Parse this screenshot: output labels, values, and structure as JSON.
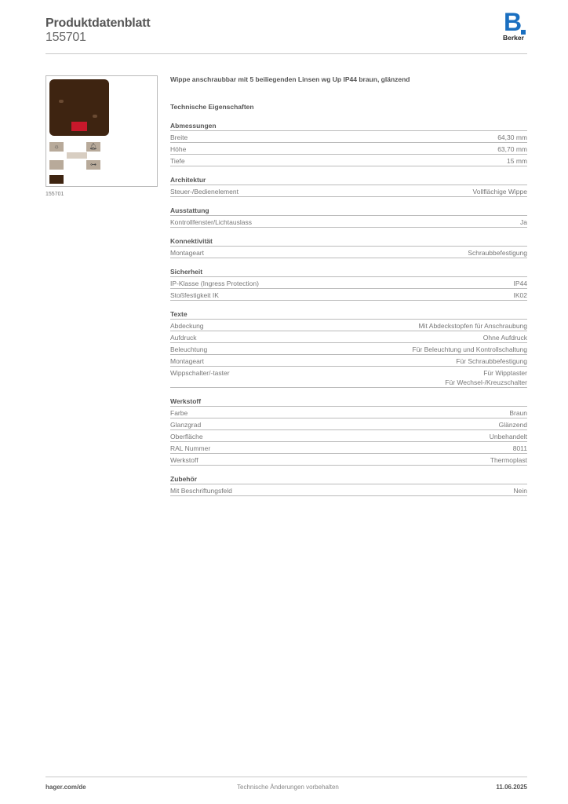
{
  "header": {
    "title": "Produktdatenblatt",
    "article_number": "155701",
    "logo": {
      "mark": "B",
      "name": "Berker",
      "color": "#1a6fc0"
    }
  },
  "product_image": {
    "caption": "155701",
    "plate_color": "#3e2411",
    "lens_color": "#c8182b",
    "icons": [
      "sun-icon",
      "bell-icon",
      "blank-icon",
      "key-icon"
    ]
  },
  "main": {
    "product_title": "Wippe anschraubbar mit 5 beiliegenden Linsen wg Up IP44 braun, glänzend",
    "section_title": "Technische Eigenschaften",
    "sections": [
      {
        "heading": "Abmessungen",
        "rows": [
          {
            "label": "Breite",
            "value": "64,30 mm"
          },
          {
            "label": "Höhe",
            "value": "63,70 mm"
          },
          {
            "label": "Tiefe",
            "value": "15 mm"
          }
        ]
      },
      {
        "heading": "Architektur",
        "rows": [
          {
            "label": "Steuer-/Bedienelement",
            "value": "Vollflächige Wippe"
          }
        ]
      },
      {
        "heading": "Ausstattung",
        "rows": [
          {
            "label": "Kontrollfenster/Lichtauslass",
            "value": "Ja"
          }
        ]
      },
      {
        "heading": "Konnektivität",
        "rows": [
          {
            "label": "Montageart",
            "value": "Schraubbefestigung"
          }
        ]
      },
      {
        "heading": "Sicherheit",
        "rows": [
          {
            "label": "IP-Klasse (Ingress Protection)",
            "value": "IP44"
          },
          {
            "label": "Stoßfestigkeit IK",
            "value": "IK02"
          }
        ]
      },
      {
        "heading": "Texte",
        "rows": [
          {
            "label": "Abdeckung",
            "value": "Mit Abdeckstopfen für Anschraubung"
          },
          {
            "label": "Aufdruck",
            "value": "Ohne Aufdruck"
          },
          {
            "label": "Beleuchtung",
            "value": "Für Beleuchtung und Kontrollschaltung"
          },
          {
            "label": "Montageart",
            "value": "Für Schraubbefestigung"
          },
          {
            "label": "Wippschalter/-taster",
            "value": "Für Wipptaster",
            "value2": "Für Wechsel-/Kreuzschalter"
          }
        ]
      },
      {
        "heading": "Werkstoff",
        "rows": [
          {
            "label": "Farbe",
            "value": "Braun"
          },
          {
            "label": "Glanzgrad",
            "value": "Glänzend"
          },
          {
            "label": "Oberfläche",
            "value": "Unbehandelt"
          },
          {
            "label": "RAL Nummer",
            "value": "8011"
          },
          {
            "label": "Werkstoff",
            "value": "Thermoplast"
          }
        ]
      },
      {
        "heading": "Zubehör",
        "rows": [
          {
            "label": "Mit Beschriftungsfeld",
            "value": "Nein"
          }
        ]
      }
    ]
  },
  "footer": {
    "website": "hager.com/de",
    "notice": "Technische Änderungen vorbehalten",
    "date": "11.06.2025"
  }
}
